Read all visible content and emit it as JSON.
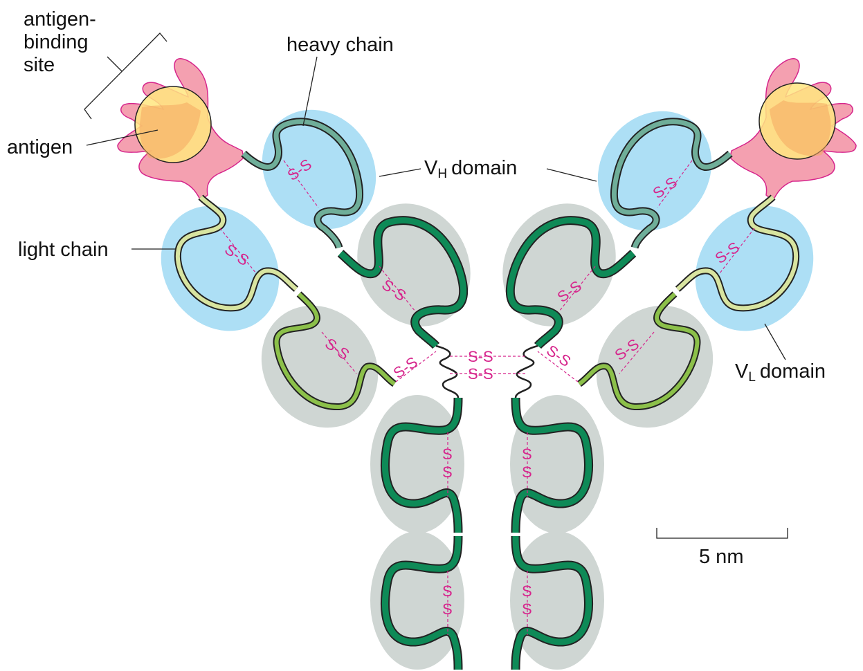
{
  "labels": {
    "antigen_binding_site": [
      "antigen-",
      "binding",
      "site"
    ],
    "heavy_chain": "heavy chain",
    "antigen": "antigen",
    "light_chain": "light chain",
    "vh_domain": {
      "main": "V",
      "sub": "H",
      "rest": "domain"
    },
    "vl_domain": {
      "main": "V",
      "sub": "L",
      "rest": "domain"
    },
    "scale_bar": "5 nm",
    "disulfide": "S-S",
    "sulfur": "S"
  },
  "colors": {
    "variable_domain_fill": "#addff5",
    "constant_domain_fill": "#cfd6d3",
    "heavy_variable_chain": "#6fae99",
    "heavy_constant_chain": "#0e8a57",
    "light_variable_chain": "#d8e4a0",
    "light_constant_chain": "#8cc04a",
    "disulfide": "#d6258c",
    "antigen_fill": "#ffe680",
    "hand_pink": "#f4a0b0"
  }
}
